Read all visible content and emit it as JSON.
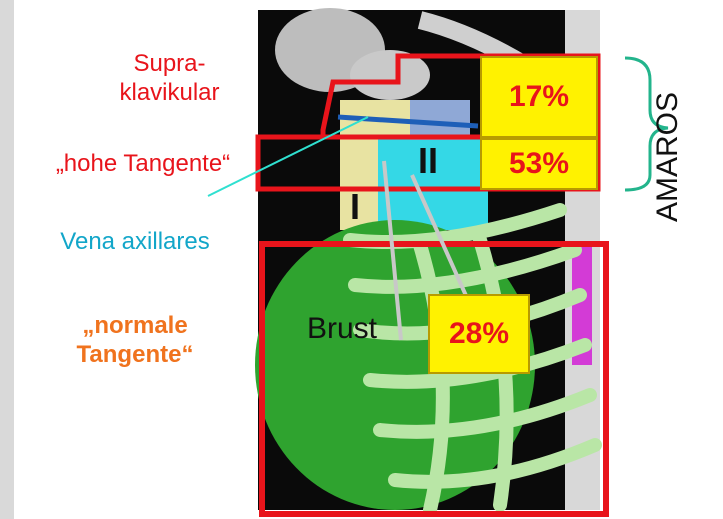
{
  "labels": {
    "supra": "Supra-\nklavikular",
    "hohe": "„hohe Tangente“",
    "vena": "Vena axillares",
    "normale": "„normale\nTangente“"
  },
  "regions": {
    "roman_one": "I",
    "roman_two": "II",
    "brust": "Brust"
  },
  "percentages": {
    "supra": "17%",
    "hohe": "53%",
    "brust": "28%"
  },
  "amaros": "AMAROS",
  "colors": {
    "red": "#e8141b",
    "blue": "#12a6c9",
    "orange": "#f0731e",
    "yellow": "#fff200",
    "brace": "#23b48c"
  }
}
